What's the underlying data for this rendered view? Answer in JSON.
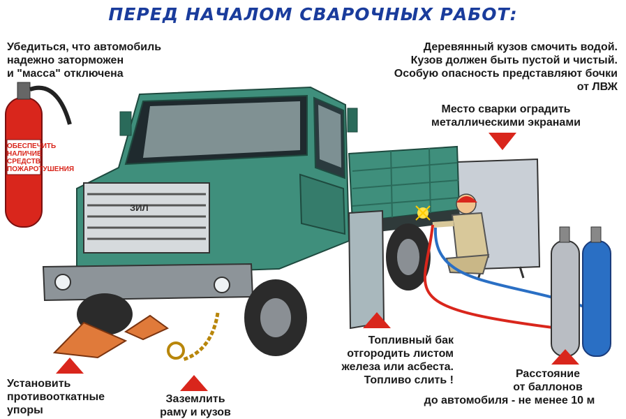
{
  "title": "ПЕРЕД НАЧАЛОМ СВАРОЧНЫХ РАБОТ:",
  "notes": {
    "brakes": [
      "Убедиться, что автомобиль",
      "надежно заторможен",
      "и \"масса\" отключена"
    ],
    "extinguisher": [
      "ОБЕСПЕЧИТЬ",
      "НАЛИЧИЕ",
      "СРЕДСТВ",
      "ПОЖАРОТУШЕНИЯ"
    ],
    "body": [
      "Деревянный кузов смочить водой.",
      "Кузов должен быть пустой и чистый.",
      "Особую опасность представляют бочки",
      "от ЛВЖ"
    ],
    "screens": [
      "Место сварки оградить",
      "металлическими экранами"
    ],
    "chocks": [
      "Установить",
      "противооткатные",
      "упоры"
    ],
    "ground": [
      "Заземлить",
      "раму и кузов"
    ],
    "tank": [
      "Топливный бак",
      "отгородить листом",
      "железа или асбеста.",
      "Топливо слить !"
    ],
    "cylinders": [
      "Расстояние",
      "от баллонов",
      "до автомобиля - не менее 10 м"
    ]
  },
  "truck_badge": "ЗИЛ",
  "colors": {
    "title": "#1a3c9c",
    "arrow": "#d9261c",
    "truck": "#3f8f7c",
    "truck_dark": "#2a6a5a",
    "oxygen": "#2a6fc4",
    "cylinder_gray": "#b9bdc3",
    "extinguisher": "#d9261c"
  }
}
